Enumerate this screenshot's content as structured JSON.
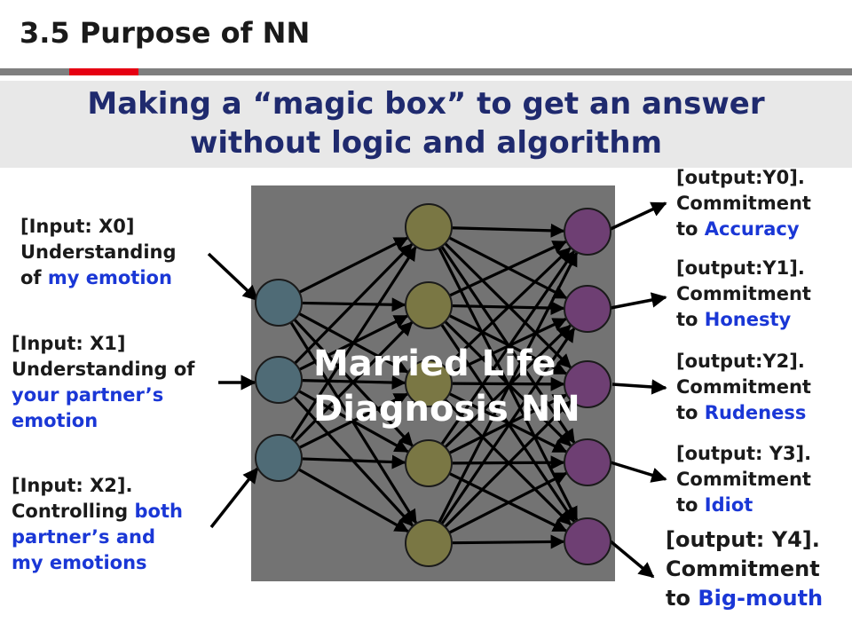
{
  "slide": {
    "title": "3.5 Purpose of NN",
    "banner": [
      "Making a “magic box” to get an answer",
      "without logic and algorithm"
    ]
  },
  "network": {
    "name_line1": "Married Life",
    "name_line2": "Diagnosis NN",
    "layers": [
      3,
      5,
      5
    ],
    "colors": {
      "input_node": "#4f6b76",
      "hidden_node": "#7a7744",
      "output_node": "#6e3f73",
      "panel": "#737373",
      "link_text": "#1a37d6",
      "banner_text": "#1f2a6e",
      "accent": "#e60012"
    }
  },
  "inputs": [
    {
      "line1": "[Input: X0]",
      "line2": "Understanding",
      "line3_pre": "of ",
      "line3_hl": "my emotion",
      "line4": ""
    },
    {
      "line1": "[Input: X1]",
      "line2": "Understanding of",
      "line3_pre": "",
      "line3_hl": "your partner’s",
      "line4": "emotion"
    },
    {
      "line1": "[Input: X2].",
      "line2_pre": "Controlling ",
      "line2_hl": "both",
      "line3_hl": "partner’s and",
      "line4_hl": "my emotions"
    }
  ],
  "outputs": [
    {
      "line1": "[output:Y0].",
      "line2": "Commitment",
      "line3_pre": "to ",
      "line3_hl": "Accuracy"
    },
    {
      "line1": "[output:Y1].",
      "line2": "Commitment",
      "line3_pre": "to ",
      "line3_hl": "Honesty"
    },
    {
      "line1": "[output:Y2].",
      "line2": "Commitment",
      "line3_pre": "to ",
      "line3_hl": "Rudeness"
    },
    {
      "line1": "[output: Y3].",
      "line2": "Commitment",
      "line3_pre": "to ",
      "line3_hl": "Idiot"
    },
    {
      "line1": "[output: Y4].",
      "line2": "Commitment",
      "line3_pre": "to ",
      "line3_hl": "Big-mouth"
    }
  ]
}
